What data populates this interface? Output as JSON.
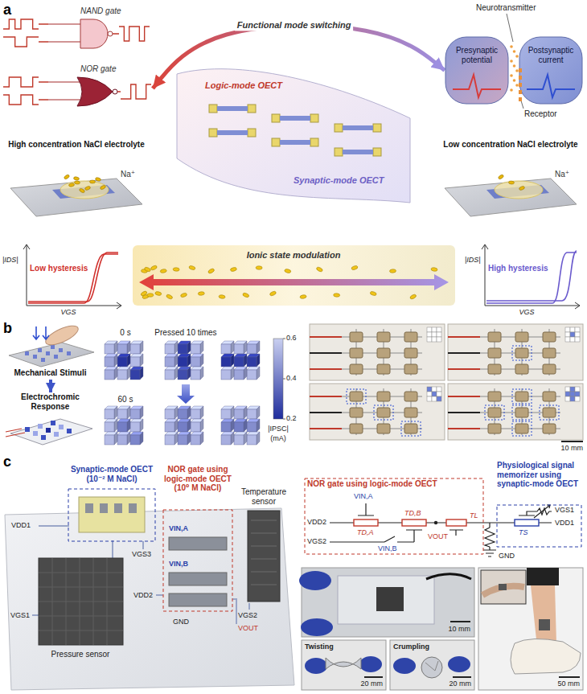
{
  "diagram": {
    "nodes": [
      {
        "text": [
          "NAND gate"
        ]
      },
      {
        "text": [
          "NOR gate"
        ]
      },
      {
        "text": [
          "Presynaptic potential"
        ]
      },
      {
        "text": [
          "Postsynaptic current"
        ]
      },
      {
        "text": [
          "Logic-mode OECT",
          "Synaptic-mode OECT"
        ]
      },
      {
        "text": [
          "High concentration NaCl electrolyte"
        ]
      },
      {
        "text": [
          "Low concentration NaCl electrolyte"
        ]
      },
      {
        "text": [
          "Ionic state modulation"
        ]
      },
      {
        "text": [
          "Low hysteresis"
        ]
      },
      {
        "text": [
          "High hysteresis"
        ]
      },
      {
        "text": [
          "Mechanical Stimuli"
        ]
      },
      {
        "text": [
          "Electrochromic Response"
        ]
      },
      {
        "text": [
          "Synaptic-mode OECT (10⁻² M NaCl)"
        ]
      },
      {
        "text": [
          "NOR gate using logic-mode OECT (10⁰ M NaCl)"
        ]
      },
      {
        "text": [
          "Temperature sensor"
        ]
      },
      {
        "text": [
          "Pressure sensor"
        ]
      },
      {
        "text": [
          "NOR gate using logic-mode OECT"
        ]
      },
      {
        "text": [
          "Physiological signal memorizer using synaptic-mode OECT"
        ]
      }
    ],
    "edges": [
      {
        "from": 1,
        "to": 2,
        "label": "Functional mode switching",
        "arrow": "both"
      },
      {
        "from": 10,
        "to": 11,
        "arrow": "to"
      }
    ],
    "labels": [
      "a",
      "Neurotransmitter",
      "Receptor",
      "Na⁺",
      "Na⁺",
      "|IDS|",
      "VGS",
      "|IDS|",
      "VGS",
      "b",
      "0 s",
      "Pressed 10 times",
      "60 s",
      "0.6",
      "0.4",
      "0.2",
      "|IPSC|",
      "(mA)",
      "10 mm",
      "c",
      "VDD1",
      "VGS3",
      "VDD2",
      "VIN,A",
      "VIN,B",
      "VGS2",
      "VOUT",
      "GND",
      "VGS1",
      "VIN,A",
      "VDD2",
      "TD,A",
      "TD,B",
      "VIN,B",
      "TL",
      "VOUT",
      "VGS2",
      "GND",
      "TS",
      "VGS1",
      "VDD1",
      "10 mm",
      "Twisting",
      "20 mm",
      "Crumpling",
      "20 mm",
      "50 mm"
    ]
  }
}
